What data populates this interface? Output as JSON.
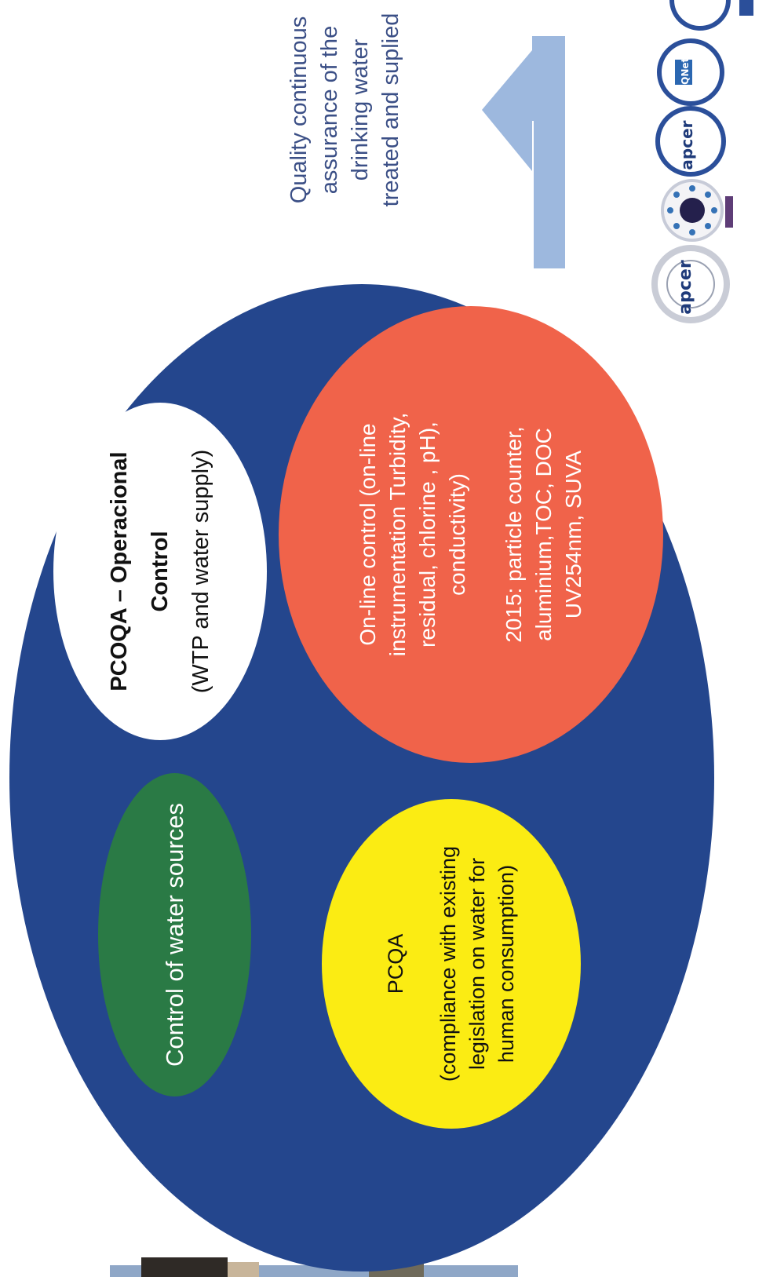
{
  "colors": {
    "outer": "#24468d",
    "green": "#2a7a45",
    "red": "#f0634a",
    "yellow": "#fbec13",
    "arrow": "#9db8de",
    "callout_text": "#3b4f86"
  },
  "nodes": {
    "operational": {
      "title": "PCOQA – Operacional Control",
      "subtitle": "(WTP and water supply)"
    },
    "sources": {
      "label": "Control of water sources"
    },
    "online": {
      "line1": "On-line control  (on-line",
      "line2": "instrumentation Turbidity,",
      "line3": "residual, chlorine , pH),",
      "line4": "conductivity)",
      "line5": "2015: particle counter,",
      "line6": "aluminium,TOC, DOC",
      "line7": "UV254nm, SUVA"
    },
    "pcqa": {
      "line1": "PCQA",
      "line2": "(compliance with existing",
      "line3": "legislation on water for",
      "line4": "human consumption)"
    }
  },
  "callout": {
    "line1": "Quality continuous",
    "line2": "assurance of the",
    "line3": "drinking water",
    "line4": "treated and suplied"
  },
  "logos": {
    "items": [
      "apcer-seal-icon",
      "certification-medallion-icon",
      "apcer-iqnet-seal-icon",
      "accreditation-seal-icon"
    ],
    "apcer_word": "apcer",
    "iqnet_word": "IQNet"
  }
}
